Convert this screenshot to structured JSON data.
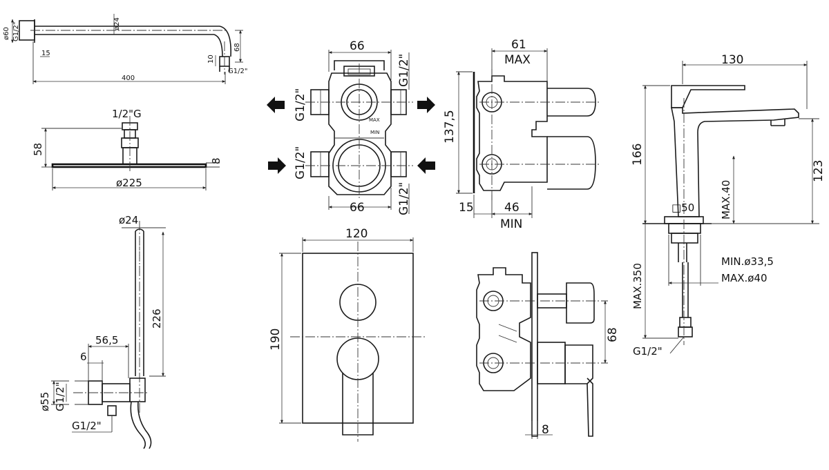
{
  "shower_arm": {
    "dia_flange": "ø60",
    "thread_left": "G1/2\"",
    "dia_tube": "ø24",
    "offset": "15",
    "drop": "68",
    "tip": "10",
    "thread_right": "G1/2\"",
    "length": "400"
  },
  "shower_head": {
    "thread": "1/2\"G",
    "height": "58",
    "thickness": "8",
    "diameter": "ø225"
  },
  "hand_shower": {
    "dia": "ø24",
    "length": "226",
    "projection": "56,5",
    "wall": "6",
    "dia_outlet": "ø55",
    "thread_side": "G1/2\"",
    "thread_bottom": "G1/2\""
  },
  "valve_front": {
    "width_top": "66",
    "width_bottom": "66",
    "height": "137,5",
    "port_top_left": "G1/2\"",
    "port_top_right": "G1/2\"",
    "port_bottom_left": "G1/2\"",
    "port_bottom_right": "G1/2\"",
    "max_mark": "MAX",
    "min_mark": "MIN"
  },
  "valve_side": {
    "depth": "61",
    "max_label": "MAX",
    "offset": "15",
    "min_depth": "46",
    "min_label": "MIN"
  },
  "plate_front": {
    "width": "120",
    "height": "190"
  },
  "plate_side": {
    "handle_offset": "68",
    "plate_thickness": "8"
  },
  "basin_mixer": {
    "reach": "130",
    "height": "166",
    "spout_height": "123",
    "max_thickness": "MAX.40",
    "base": "□50",
    "max_tail": "MAX.350",
    "hole_min": "MIN.ø33,5",
    "hole_max": "MAX.ø40",
    "thread": "G1/2\""
  }
}
